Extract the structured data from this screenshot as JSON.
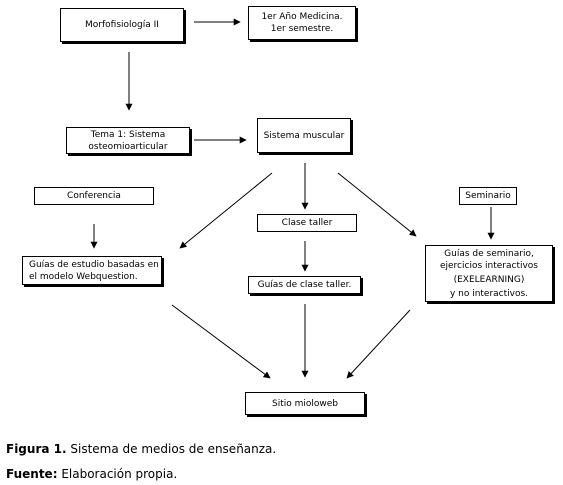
{
  "nodes": {
    "morfofisiologia": [
      "Morfofisiología II"
    ],
    "anio": [
      "1er Año Medicina.",
      "1er semestre."
    ],
    "tema": [
      "Tema 1: Sistema",
      "osteomioarticular"
    ],
    "sistema_muscular": [
      "Sistema muscular"
    ],
    "conferencia": [
      "Conferencia"
    ],
    "seminario": [
      "Seminario"
    ],
    "clase_taller": [
      "Clase taller"
    ],
    "guias_estudio": [
      "Guías de estudio basadas en",
      "el modelo Webquestion."
    ],
    "guias_clase": [
      "Guías de clase taller."
    ],
    "guias_seminario": [
      "Guías de seminario,",
      "ejercicios interactivos",
      "(EXELEARNING)",
      "y no interactivos."
    ],
    "sitio": [
      "Sitio mioloweb"
    ]
  },
  "caption": {
    "figure_label": "Figura 1.",
    "figure_text": " Sistema de medios de enseñanza.",
    "source_label": "Fuente:",
    "source_text": " Elaboración propia."
  }
}
